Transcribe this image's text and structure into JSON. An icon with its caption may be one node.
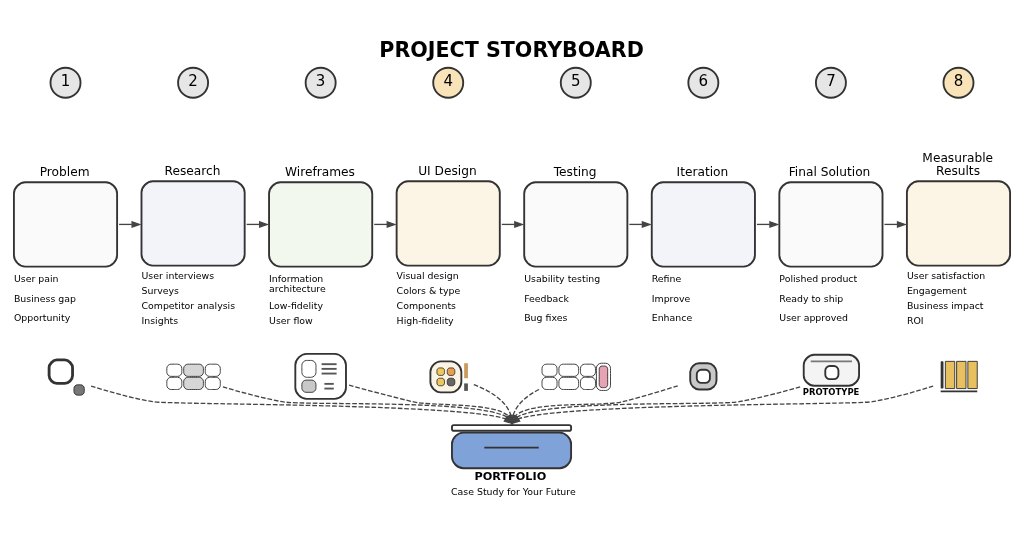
{
  "diagram": {
    "title": "PROJECT STORYBOARD",
    "nodes": [
      {
        "text": [
          "1"
        ]
      },
      {
        "text": [
          "2"
        ]
      },
      {
        "text": [
          "3"
        ]
      },
      {
        "text": [
          "4"
        ]
      },
      {
        "text": [
          "5"
        ]
      },
      {
        "text": [
          "6"
        ]
      },
      {
        "text": [
          "7"
        ]
      },
      {
        "text": [
          "8"
        ]
      },
      {
        "text": [
          "Problem"
        ],
        "beside": [
          "User pain",
          "Business gap",
          "Opportunity"
        ]
      },
      {
        "text": [
          "Research"
        ],
        "beside": [
          "User interviews",
          "Surveys",
          "Competitor analysis",
          "Insights"
        ]
      },
      {
        "text": [
          "Wireframes"
        ],
        "beside": [
          "Information architecture",
          "Low-fidelity",
          "User flow"
        ]
      },
      {
        "text": [
          "UI Design"
        ],
        "beside": [
          "Visual design",
          "Colors & type",
          "Components",
          "High-fidelity"
        ]
      },
      {
        "text": [
          "Testing"
        ],
        "beside": [
          "Usability testing",
          "Feedback",
          "Bug fixes"
        ]
      },
      {
        "text": [
          "Iteration"
        ],
        "beside": [
          "Refine",
          "Improve",
          "Enhance"
        ]
      },
      {
        "text": [
          "Final Solution"
        ],
        "beside": [
          "Polished product",
          "Ready to ship",
          "User approved"
        ]
      },
      {
        "text": [
          "Measurable Results"
        ],
        "beside": [
          "User satisfaction",
          "Engagement",
          "Business impact",
          "ROI"
        ]
      },
      {
        "text": [],
        "shape": "picture"
      },
      {
        "text": [],
        "shape": "picture"
      },
      {
        "text": [],
        "shape": "picture"
      },
      {
        "text": [],
        "shape": "picture"
      },
      {
        "text": [],
        "shape": "picture"
      },
      {
        "text": [],
        "shape": "picture"
      },
      {
        "text": [
          "PROTOTYPE"
        ]
      },
      {
        "text": [],
        "shape": "picture"
      },
      {
        "text": [
          "PORTFOLIO",
          "Case Study for Your Future"
        ]
      }
    ],
    "edges": [
      {
        "from": 8,
        "to": 9,
        "arrow": "to"
      },
      {
        "from": 9,
        "to": 10,
        "arrow": "to"
      },
      {
        "from": 10,
        "to": 11,
        "arrow": "to"
      },
      {
        "from": 11,
        "to": 12,
        "arrow": "to"
      },
      {
        "from": 12,
        "to": 13,
        "arrow": "to"
      },
      {
        "from": 13,
        "to": 14,
        "arrow": "to"
      },
      {
        "from": 14,
        "to": 15,
        "arrow": "to"
      },
      {
        "from": 16,
        "to": 24,
        "arrow": "to",
        "style": "dashed"
      },
      {
        "from": 17,
        "to": 24,
        "arrow": "to",
        "style": "dashed"
      },
      {
        "from": 18,
        "to": 24,
        "arrow": "to",
        "style": "dashed"
      },
      {
        "from": 19,
        "to": 24,
        "arrow": "to",
        "style": "dashed"
      },
      {
        "from": 20,
        "to": 24,
        "arrow": "to",
        "style": "dashed"
      },
      {
        "from": 21,
        "to": 24,
        "arrow": "to",
        "style": "dashed"
      },
      {
        "from": 22,
        "to": 24,
        "arrow": "to",
        "style": "dashed"
      },
      {
        "from": 23,
        "to": 24,
        "arrow": "to",
        "style": "dashed"
      }
    ]
  }
}
